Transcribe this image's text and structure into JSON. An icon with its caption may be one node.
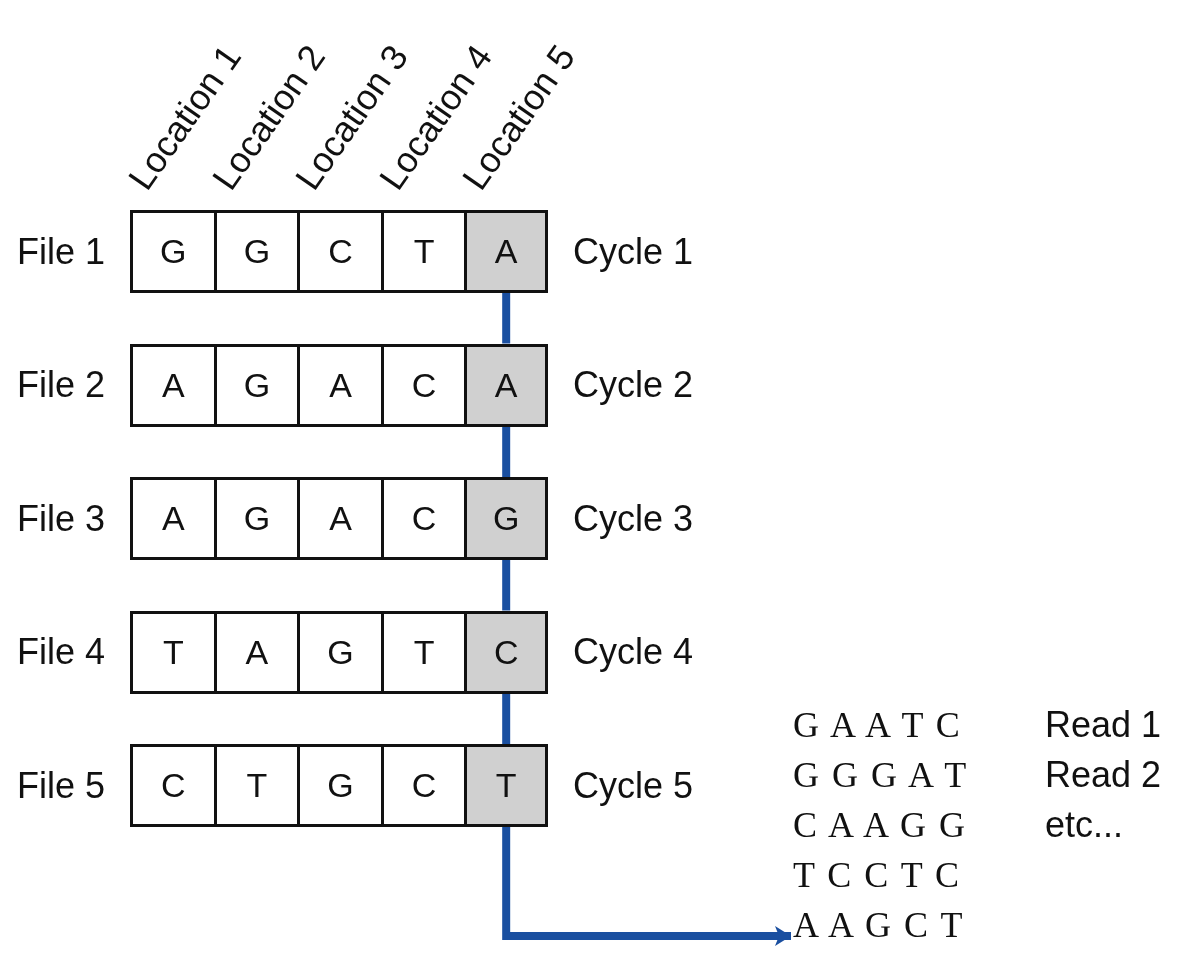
{
  "diagram": {
    "nodes": [
      {
        "text": [
          "G"
        ]
      },
      {
        "text": [
          "G"
        ]
      },
      {
        "text": [
          "C"
        ]
      },
      {
        "text": [
          "T"
        ]
      },
      {
        "text": [
          "A"
        ]
      },
      {
        "text": [
          "A"
        ]
      },
      {
        "text": [
          "G"
        ]
      },
      {
        "text": [
          "A"
        ]
      },
      {
        "text": [
          "C"
        ]
      },
      {
        "text": [
          "A"
        ]
      },
      {
        "text": [
          "A"
        ]
      },
      {
        "text": [
          "G"
        ]
      },
      {
        "text": [
          "A"
        ]
      },
      {
        "text": [
          "C"
        ]
      },
      {
        "text": [
          "G"
        ]
      },
      {
        "text": [
          "T"
        ]
      },
      {
        "text": [
          "A"
        ]
      },
      {
        "text": [
          "G"
        ]
      },
      {
        "text": [
          "T"
        ]
      },
      {
        "text": [
          "C"
        ]
      },
      {
        "text": [
          "C"
        ]
      },
      {
        "text": [
          "T"
        ]
      },
      {
        "text": [
          "G"
        ]
      },
      {
        "text": [
          "C"
        ]
      },
      {
        "text": [
          "T"
        ]
      },
      {
        "text": [
          "A A G C T"
        ]
      }
    ],
    "edges": [
      {
        "from": 4,
        "to": 9,
        "arrow": "none"
      },
      {
        "from": 9,
        "to": 14,
        "arrow": "none"
      },
      {
        "from": 14,
        "to": 19,
        "arrow": "none"
      },
      {
        "from": 19,
        "to": 24,
        "arrow": "none"
      },
      {
        "from": 24,
        "to": 25,
        "arrow": "to"
      }
    ],
    "labels": [
      "Location 1",
      "Location 2",
      "Location 3",
      "Location 4",
      "Location 5",
      "File 1",
      "Cycle 1",
      "File 2",
      "Cycle 2",
      "File 3",
      "Cycle 3",
      "File 4",
      "Cycle 4",
      "File 5",
      "Cycle 5",
      "G A A T C",
      "Read 1",
      "G G G A T",
      "Read 2",
      "C A A G G",
      "etc...",
      "T C C T C"
    ]
  }
}
